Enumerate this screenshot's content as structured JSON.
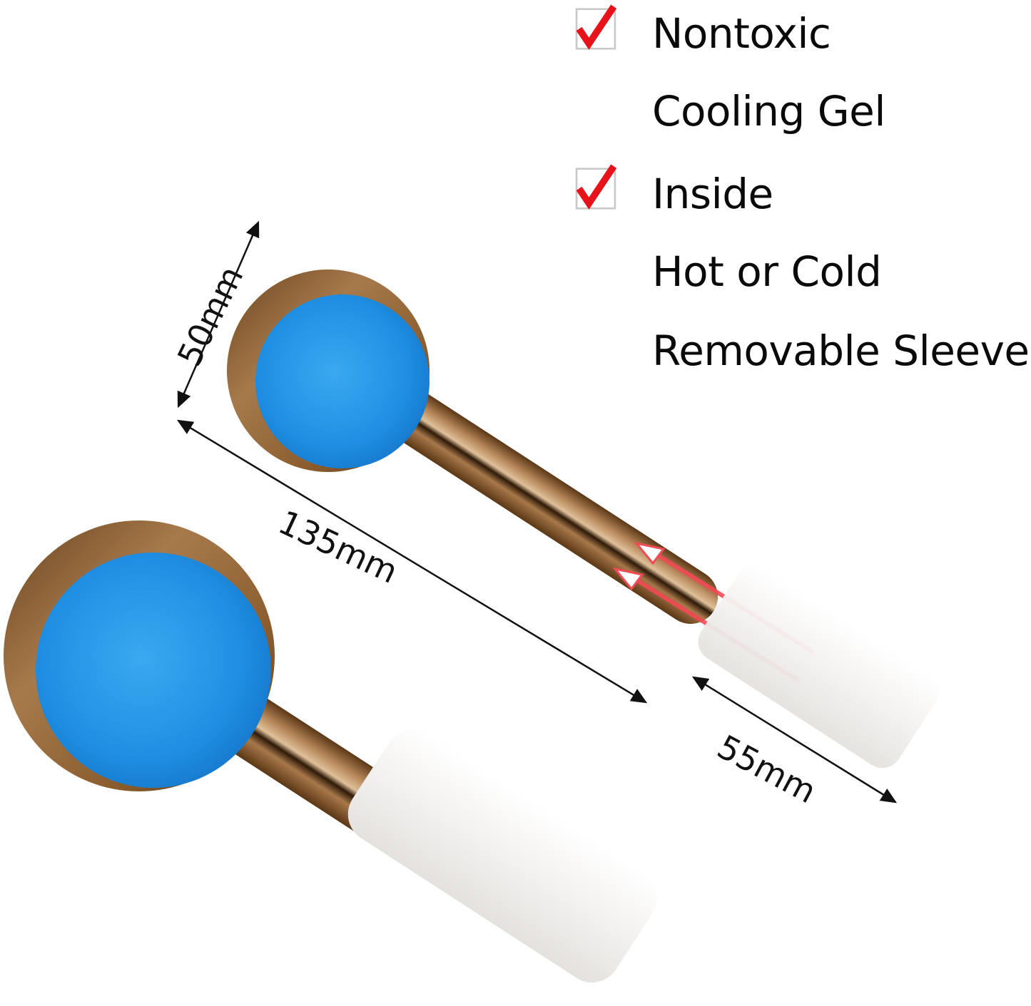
{
  "features": [
    {
      "label": "Nontoxic",
      "checked": true
    },
    {
      "label": "Cooling Gel",
      "checked": false
    },
    {
      "label": "Inside",
      "checked": true
    },
    {
      "label": "Hot or Cold",
      "checked": false
    },
    {
      "label": "Removable Sleeve",
      "checked": false
    }
  ],
  "dimensions": {
    "head_diameter": "50mm",
    "total_length": "135mm",
    "sleeve_length": "55mm"
  },
  "icons": {
    "check": "checkmark-icon",
    "insert_arrows": "red-insert-arrow-icon"
  },
  "colors": {
    "gel_blue": "#1e90e6",
    "gel_blue_light": "#3aa6ef",
    "bronze": "#8a5a2b",
    "bronze_light": "#c69a6a",
    "sleeve_white": "#f2f0ee",
    "check_red": "#e8121b",
    "arrow_red": "#f24a55"
  }
}
